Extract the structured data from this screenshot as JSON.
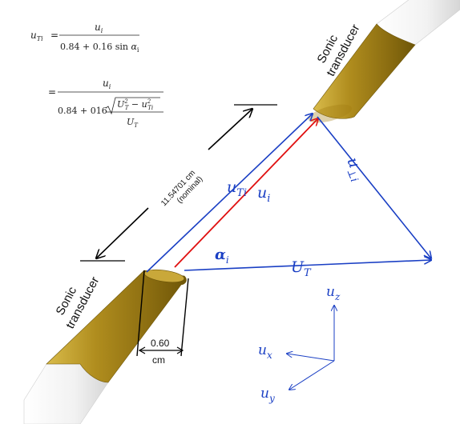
{
  "equations": {
    "eq1": {
      "lhs_main": "u",
      "lhs_sub": "Ti",
      "equals": "=",
      "numer_main": "u",
      "numer_sub": "i",
      "denom_text": "0.84 + 0.16 sin ",
      "denom_alpha": "α",
      "denom_alpha_sub": "i"
    },
    "eq2": {
      "equals": "=",
      "numer_main": "u",
      "numer_sub": "i",
      "denom_prefix": "0.84 + 016",
      "inner_U": "U",
      "inner_U_sup": "2",
      "inner_U_sub": "T",
      "inner_minus": " − ",
      "inner_u": "u",
      "inner_u_sup": "2",
      "inner_u_sub": "Ti",
      "small_U": "U",
      "small_U_sub": "T"
    }
  },
  "labels": {
    "transducer_top_line1": "Sonic",
    "transducer_top_line2": "transducer",
    "transducer_bottom_line1": "Sonic",
    "transducer_bottom_line2": "transducer",
    "distance_value": "11.54701 cm",
    "distance_note": "(nominal)",
    "diameter_value": "0.60",
    "diameter_unit": "cm"
  },
  "vectors": {
    "uTi_main": "u",
    "uTi_sub": "Ti",
    "ui_main": "u",
    "ui_sub": "i",
    "uperp_main": "u",
    "uperp_sub": "⊥i",
    "UT_main": "U",
    "UT_sub": "T",
    "alpha_main": "α",
    "alpha_sub": "i"
  },
  "axes": {
    "uz_main": "u",
    "uz_sub": "z",
    "ux_main": "u",
    "ux_sub": "x",
    "uy_main": "u",
    "uy_sub": "y"
  },
  "colors": {
    "blue": "#1a3fc4",
    "red": "#e01010",
    "black": "#000000",
    "brass": "#b08d1e",
    "brass_dark": "#6e5608",
    "brass_light": "#d9bb4a"
  }
}
